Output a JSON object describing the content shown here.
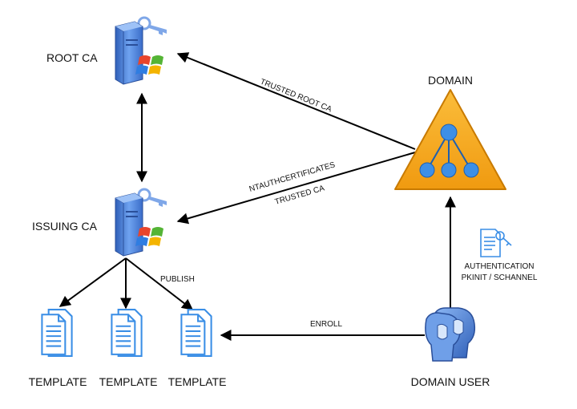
{
  "nodes": {
    "root_ca": {
      "label": "ROOT CA"
    },
    "issuing_ca": {
      "label": "ISSUING CA"
    },
    "domain": {
      "label": "DOMAIN"
    },
    "domain_user": {
      "label": "DOMAIN USER"
    },
    "templates": [
      {
        "label": "TEMPLATE"
      },
      {
        "label": "TEMPLATE"
      },
      {
        "label": "TEMPLATE"
      }
    ]
  },
  "edges": {
    "trusted_root_ca": "TRUSTED ROOT CA",
    "ntauth_line1": "NTAUTHCERTIFICATES",
    "ntauth_line2": "TRUSTED CA",
    "publish": "PUBLISH",
    "enroll": "ENROLL",
    "auth_line1": "AUTHENTICATION",
    "auth_line2": "PKINIT / SCHANNEL"
  },
  "icons": {
    "root_ca": "windows-server-key-icon",
    "issuing_ca": "windows-server-key-icon",
    "domain": "domain-triangle-icon",
    "domain_user": "users-icon",
    "template": "document-template-icon",
    "auth": "certificate-key-icon"
  },
  "colors": {
    "server_blue": "#4a7fd6",
    "domain_orange": "#f3a51c",
    "domain_node": "#3d8fe6",
    "doc_blue": "#3a8ee6",
    "user_blue": "#4a7fd6"
  }
}
